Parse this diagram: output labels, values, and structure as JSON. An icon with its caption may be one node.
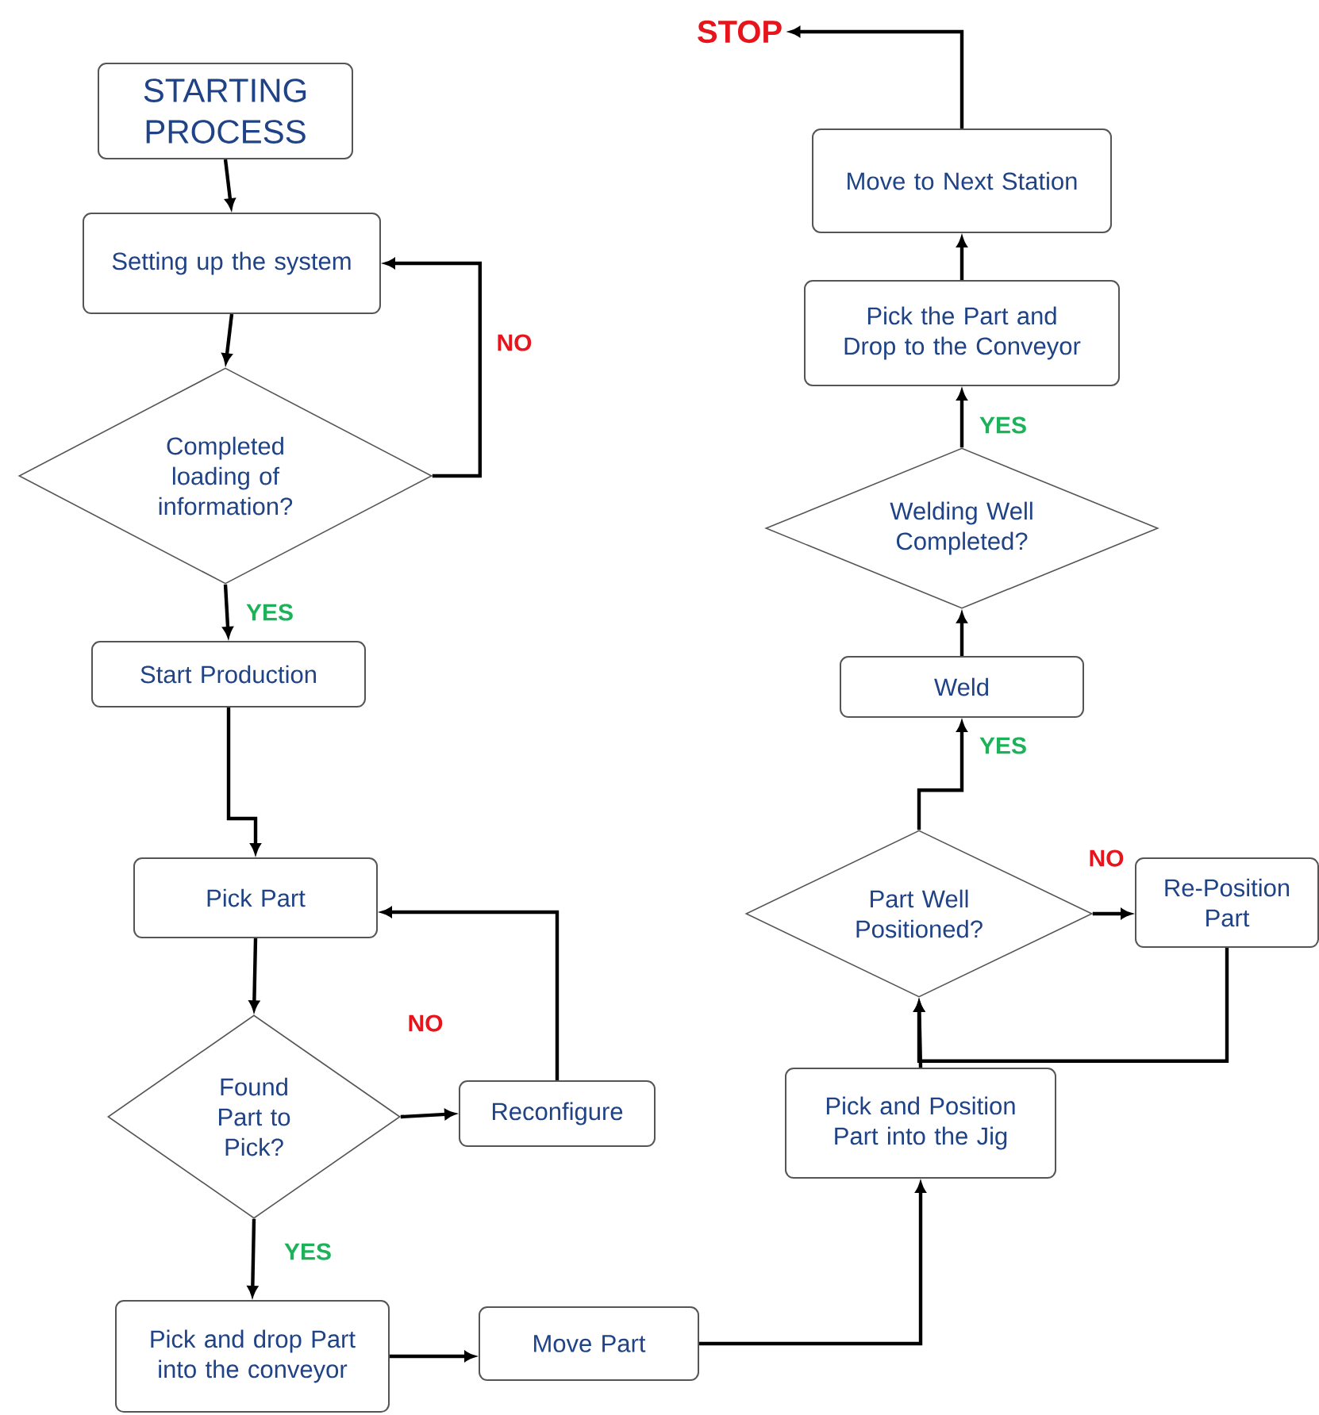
{
  "diagram": {
    "nodes": [
      {
        "text": [
          "STARTING PROCESS"
        ]
      },
      {
        "text": [
          "Setting up the system"
        ]
      },
      {
        "text": [
          "Completed loading of information?"
        ]
      },
      {
        "text": [
          "Start Production"
        ]
      },
      {
        "text": [
          "Pick Part"
        ]
      },
      {
        "text": [
          "Found Part to Pick?"
        ]
      },
      {
        "text": [
          "Reconfigure"
        ]
      },
      {
        "text": [
          "Pick and drop Part into the conveyor"
        ]
      },
      {
        "text": [
          "Move Part"
        ]
      },
      {
        "text": [
          "Pick and Position Part into the Jig"
        ]
      },
      {
        "text": [
          "Part Well Positioned?"
        ]
      },
      {
        "text": [
          "Re-Position Part"
        ]
      },
      {
        "text": [
          "Weld"
        ]
      },
      {
        "text": [
          "Welding Well Completed?"
        ]
      },
      {
        "text": [
          "Pick the Part and Drop to the Conveyor"
        ]
      },
      {
        "text": [
          "Move to Next Station"
        ]
      },
      {
        "text": [
          "STOP"
        ]
      }
    ],
    "edges": [
      {
        "from": 0,
        "to": 1,
        "arrow": "to"
      },
      {
        "from": 1,
        "to": 2,
        "arrow": "to"
      },
      {
        "from": 2,
        "to": 1,
        "arrow": "to",
        "label": "NO"
      },
      {
        "from": 2,
        "to": 3,
        "arrow": "to",
        "label": "YES"
      },
      {
        "from": 3,
        "to": 4,
        "arrow": "to"
      },
      {
        "from": 4,
        "to": 5,
        "arrow": "to"
      },
      {
        "from": 5,
        "to": 6,
        "arrow": "to",
        "label": "NO"
      },
      {
        "from": 6,
        "to": 4,
        "arrow": "to"
      },
      {
        "from": 5,
        "to": 7,
        "arrow": "to",
        "label": "YES"
      },
      {
        "from": 7,
        "to": 8,
        "arrow": "to"
      },
      {
        "from": 8,
        "to": 9,
        "arrow": "to"
      },
      {
        "from": 9,
        "to": 10,
        "arrow": "to"
      },
      {
        "from": 10,
        "to": 11,
        "arrow": "to",
        "label": "NO"
      },
      {
        "from": 11,
        "to": 10,
        "arrow": "to"
      },
      {
        "from": 10,
        "to": 12,
        "arrow": "to",
        "label": "YES"
      },
      {
        "from": 12,
        "to": 13,
        "arrow": "to"
      },
      {
        "from": 13,
        "to": 14,
        "arrow": "to",
        "label": "YES"
      },
      {
        "from": 14,
        "to": 15,
        "arrow": "to"
      },
      {
        "from": 15,
        "to": 16,
        "arrow": "to"
      }
    ]
  }
}
